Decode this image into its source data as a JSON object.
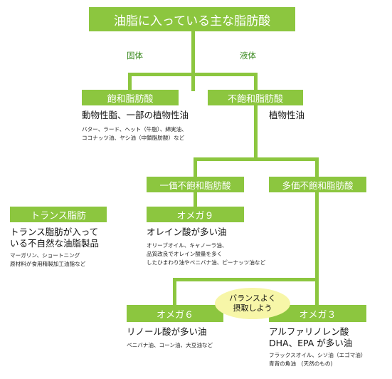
{
  "title": "油脂に入っている主な脂肪酸",
  "branch_labels": {
    "solid": "固体",
    "liquid": "液体"
  },
  "saturated": {
    "label": "飽和脂肪酸",
    "main": "動物性脂、一部の植物性油",
    "details": [
      "バター、ラード、ヘット（牛脂）、綿実油、",
      "ココナッツ油、ヤシ油（中鎖脂肪酸）など"
    ]
  },
  "unsaturated": {
    "label": "不飽和脂肪酸",
    "main": "植物性油"
  },
  "mono": {
    "label": "一価不飽和脂肪酸"
  },
  "poly": {
    "label": "多価不飽和脂肪酸"
  },
  "omega9": {
    "label": "オメガ９",
    "main": "オレイン酸が多い油",
    "details": [
      "オリーブオイル、キャノーラ油、",
      "品質改良でオレイン酸量を多く",
      "したひまわり油やベニバナ油、ピーナッツ油など"
    ]
  },
  "trans": {
    "label": "トランス脂肪",
    "main": [
      "トランス脂肪が入って",
      "いる不自然な油脂製品"
    ],
    "details": [
      "マーガリン、ショートニング",
      "原材料が食用精製加工油脂など"
    ]
  },
  "balance": {
    "lines": [
      "バランスよく",
      "摂取しよう"
    ]
  },
  "omega6": {
    "label": "オメガ６",
    "main": "リノール酸が多い油",
    "details": [
      "ベニバナ油、コーン油、大豆油など"
    ]
  },
  "omega3": {
    "label": "オメガ３",
    "main": [
      "アルファリノレン酸",
      "DHA、EPA が多い油"
    ],
    "details": [
      "フラックスオイル、シソ油（エゴマ油）",
      "青背の魚油　(天然のもの)"
    ]
  },
  "colors": {
    "accent": "#8cc63f",
    "bubble": "#f7f6a8",
    "label_text": "#3a8a1f"
  }
}
